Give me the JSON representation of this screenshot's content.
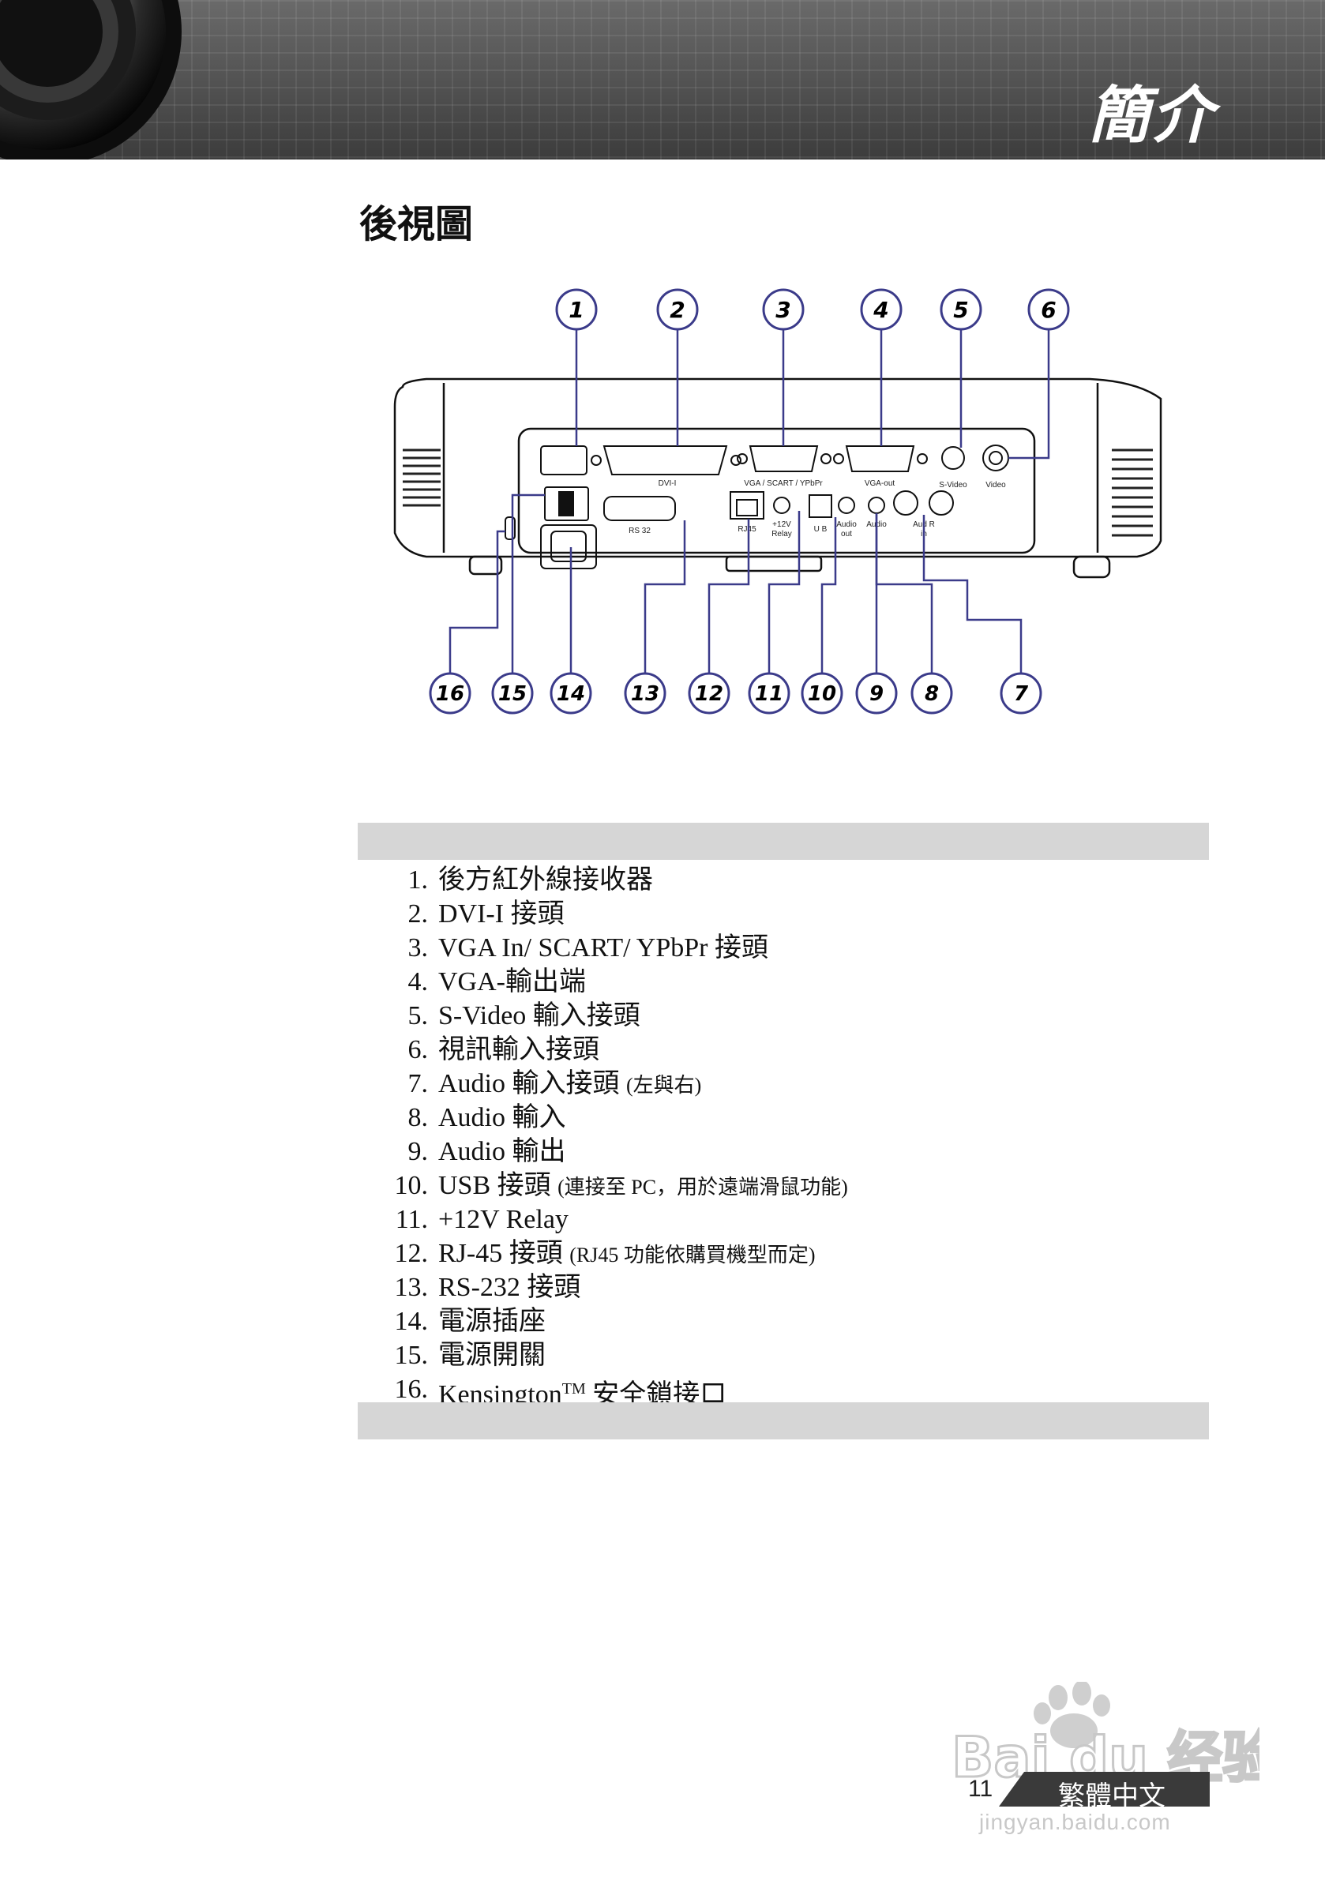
{
  "header": {
    "chapter_title": "簡介"
  },
  "section_title": "後視圖",
  "diagram": {
    "callouts_top": [
      "1",
      "2",
      "3",
      "4",
      "5",
      "6"
    ],
    "callouts_bottom": [
      "16",
      "15",
      "14",
      "13",
      "12",
      "11",
      "10",
      "9",
      "8",
      "7"
    ],
    "port_labels": {
      "dvi": "DVI-I",
      "vga_in": "VGA / SCART / YPbPr",
      "vga_out": "VGA-out",
      "svideo": "S-Video",
      "video": "Video",
      "rs232": "RS 32",
      "rj45": "RJ45",
      "relay_1": "+12V",
      "relay_2": "Relay",
      "usb": "U B",
      "audio_out_1": "Audio",
      "audio_out_2": "out",
      "audio_in": "Audio",
      "audio_lr_1": "Aud  R",
      "audio_lr_2": "in"
    }
  },
  "legend": [
    {
      "num": "1.",
      "text": "後方紅外線接收器",
      "note": ""
    },
    {
      "num": "2.",
      "text": "DVI-I 接頭",
      "note": ""
    },
    {
      "num": "3.",
      "text": "VGA In/ SCART/ YPbPr 接頭",
      "note": ""
    },
    {
      "num": "4.",
      "text": "VGA-輸出端",
      "note": ""
    },
    {
      "num": "5.",
      "text": "S-Video 輸入接頭",
      "note": ""
    },
    {
      "num": "6.",
      "text": "視訊輸入接頭",
      "note": ""
    },
    {
      "num": "7.",
      "text": "Audio 輸入接頭 ",
      "note": "(左與右)"
    },
    {
      "num": "8.",
      "text": "Audio 輸入",
      "note": ""
    },
    {
      "num": "9.",
      "text": "Audio 輸出",
      "note": ""
    },
    {
      "num": "10.",
      "text": "USB 接頭 ",
      "note": "(連接至 PC，用於遠端滑鼠功能)"
    },
    {
      "num": "11.",
      "text": "+12V Relay",
      "note": ""
    },
    {
      "num": "12.",
      "text": "RJ-45 接頭 ",
      "note": "(RJ45 功能依購買機型而定)"
    },
    {
      "num": "13.",
      "text": "RS-232 接頭",
      "note": ""
    },
    {
      "num": "14.",
      "text": "電源插座",
      "note": ""
    },
    {
      "num": "15.",
      "text": "電源開關",
      "note": ""
    },
    {
      "num": "16.",
      "text": "Kensington",
      "sup": "TM",
      "note": " 安全鎖接口"
    }
  ],
  "footer": {
    "page_number": "11",
    "language": "繁體中文"
  },
  "watermark": {
    "brand": "Bai du 经验",
    "url": "jingyan.baidu.com"
  }
}
